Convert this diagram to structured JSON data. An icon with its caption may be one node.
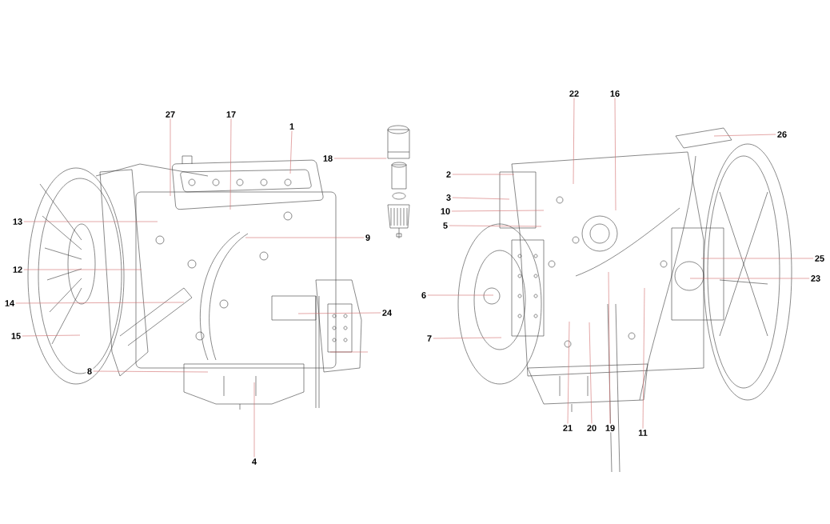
{
  "diagram": {
    "nodes": [
      {
        "text": [
          "27"
        ]
      },
      {
        "text": [
          "17"
        ]
      },
      {
        "text": [
          "22"
        ]
      },
      {
        "text": [
          "16"
        ]
      },
      {
        "text": [
          "1"
        ]
      },
      {
        "text": [
          "26"
        ]
      },
      {
        "text": [
          "18"
        ]
      },
      {
        "text": [
          "2"
        ]
      },
      {
        "text": [
          "3"
        ]
      },
      {
        "text": [
          "10"
        ]
      },
      {
        "text": [
          "13"
        ]
      },
      {
        "text": [
          "5"
        ]
      },
      {
        "text": [
          "9"
        ]
      },
      {
        "text": [
          "12"
        ]
      },
      {
        "text": [
          "25"
        ]
      },
      {
        "text": [
          "23"
        ]
      },
      {
        "text": [
          "6"
        ]
      },
      {
        "text": [
          "14"
        ]
      },
      {
        "text": [
          "24"
        ]
      },
      {
        "text": [
          "15"
        ]
      },
      {
        "text": [
          "7"
        ]
      },
      {
        "text": [
          "8"
        ]
      },
      {
        "text": [
          "21"
        ]
      },
      {
        "text": [
          "20"
        ]
      },
      {
        "text": [
          "19"
        ]
      },
      {
        "text": [
          "11"
        ]
      },
      {
        "text": [
          "4"
        ]
      },
      {
        "text": [],
        "shape": "picture"
      }
    ],
    "edges": [
      {
        "from": 0,
        "to": null,
        "arrow": "none"
      },
      {
        "from": 1,
        "to": null,
        "arrow": "none"
      },
      {
        "from": 2,
        "to": null,
        "arrow": "none"
      },
      {
        "from": 3,
        "to": null,
        "arrow": "none"
      },
      {
        "from": 4,
        "to": null,
        "arrow": "none"
      },
      {
        "from": 5,
        "to": null,
        "arrow": "none"
      },
      {
        "from": 6,
        "to": 27,
        "arrow": "none"
      },
      {
        "from": 7,
        "to": null,
        "arrow": "none"
      },
      {
        "from": 8,
        "to": null,
        "arrow": "none"
      },
      {
        "from": 9,
        "to": null,
        "arrow": "none"
      },
      {
        "from": 10,
        "to": null,
        "arrow": "none"
      },
      {
        "from": 11,
        "to": null,
        "arrow": "none"
      },
      {
        "from": 12,
        "to": null,
        "arrow": "none"
      },
      {
        "from": 13,
        "to": null,
        "arrow": "none"
      },
      {
        "from": 14,
        "to": null,
        "arrow": "none"
      },
      {
        "from": 15,
        "to": null,
        "arrow": "none"
      },
      {
        "from": 16,
        "to": null,
        "arrow": "none"
      },
      {
        "from": 17,
        "to": null,
        "arrow": "none"
      },
      {
        "from": 18,
        "to": null,
        "arrow": "none"
      },
      {
        "from": 19,
        "to": null,
        "arrow": "none"
      },
      {
        "from": 20,
        "to": null,
        "arrow": "none"
      },
      {
        "from": 21,
        "to": null,
        "arrow": "none"
      },
      {
        "from": 22,
        "to": null,
        "arrow": "none"
      },
      {
        "from": 23,
        "to": null,
        "arrow": "none"
      },
      {
        "from": 24,
        "to": null,
        "arrow": "none"
      },
      {
        "from": 25,
        "to": null,
        "arrow": "none"
      },
      {
        "from": 26,
        "to": null,
        "arrow": "none"
      }
    ]
  }
}
